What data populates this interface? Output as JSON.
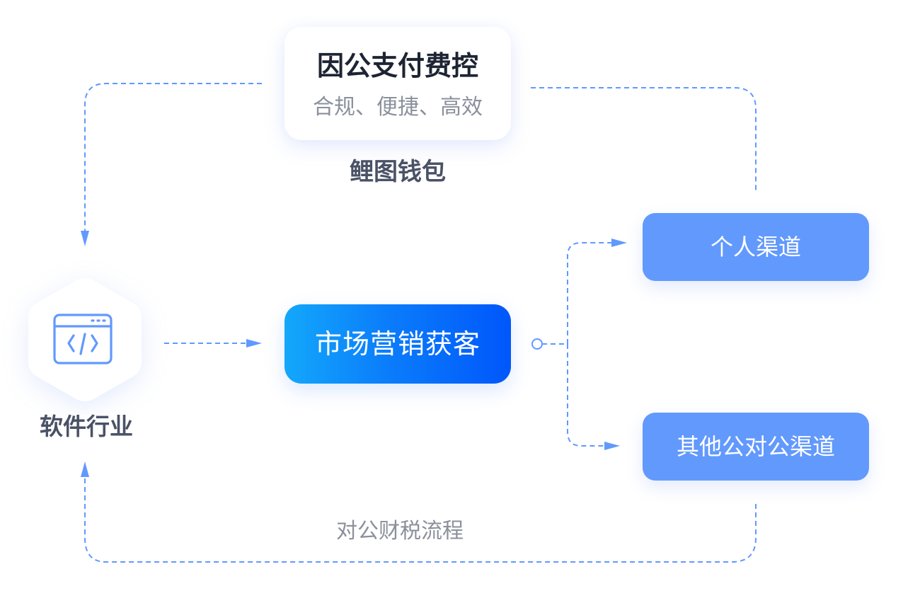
{
  "colors": {
    "connector": "#6199fd",
    "icon_stroke": "#6199fd",
    "channel_bg": "#6299fd",
    "gradient_start": "#13a8fb",
    "gradient_end": "#0057fb",
    "title_text": "#1d2433",
    "label_text": "#4a5266",
    "muted_text": "#8a909c"
  },
  "top_card": {
    "title": "因公支付费控",
    "subtitle": "合规、便捷、高效",
    "caption": "鲤图钱包"
  },
  "source_node": {
    "icon": "code-window-icon",
    "label": "软件行业"
  },
  "center_node": {
    "label": "市场营销获客"
  },
  "channels": [
    {
      "label": "个人渠道"
    },
    {
      "label": "其他公对公渠道"
    }
  ],
  "bottom_flow": {
    "label": "对公财税流程"
  }
}
